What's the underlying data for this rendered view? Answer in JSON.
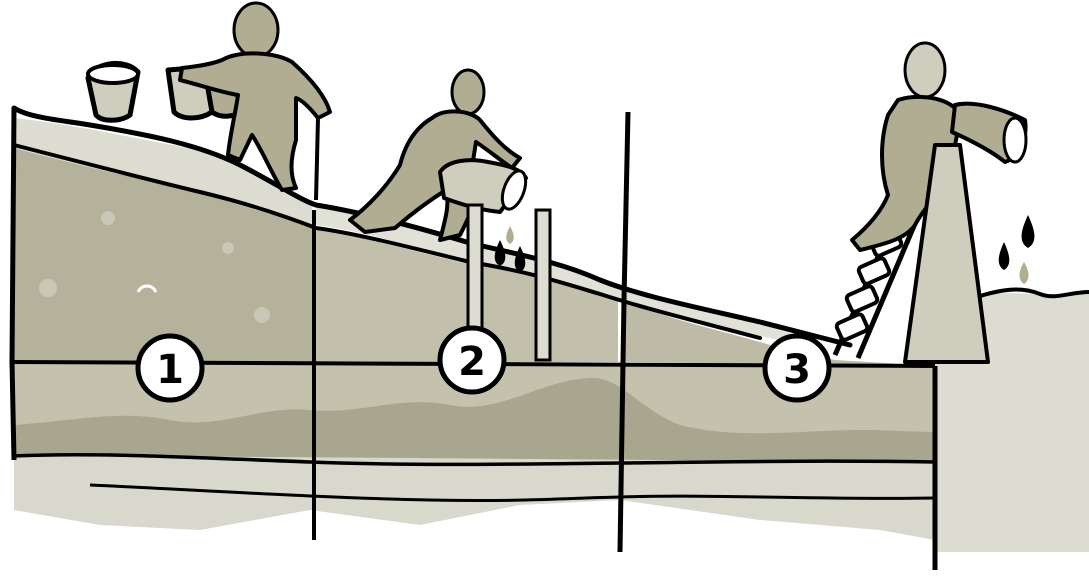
{
  "steps": [
    {
      "number": "1"
    },
    {
      "number": "2"
    },
    {
      "number": "3"
    }
  ],
  "colors": {
    "outline": "#000000",
    "soil_dark": "#a8a68e",
    "soil_mid": "#bdbba6",
    "soil_light": "#d9d8cd",
    "figure": "#b0ad93",
    "figure_light": "#cfcdbd",
    "background": "#ffffff"
  },
  "icons": [
    "worker-with-buckets-icon",
    "worker-pouring-bucket-icon",
    "worker-on-ladder-icon",
    "bucket-icon",
    "ladder-icon",
    "water-drops-icon"
  ]
}
